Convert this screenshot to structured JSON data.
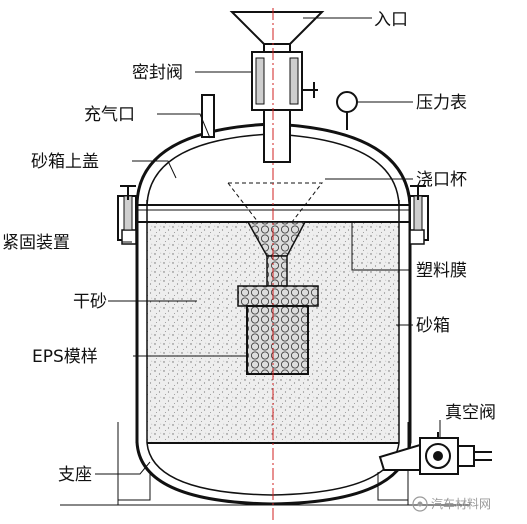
{
  "labels": {
    "inlet": "入口",
    "seal_valve": "密封阀",
    "pressure_gauge": "压力表",
    "gas_inlet": "充气口",
    "sandbox_lid": "砂箱上盖",
    "pouring_cup": "浇口杯",
    "clamping_device": "紧固装置",
    "plastic_film": "塑料膜",
    "dry_sand": "干砂",
    "sandbox": "砂箱",
    "eps_pattern": "EPS模样",
    "vacuum_valve": "真空阀",
    "support": "支座"
  },
  "watermark": "汽车材料网",
  "colors": {
    "line": "#111111",
    "sand_fill": "#ececec",
    "pattern_fill": "#d9d9d9",
    "centerline": "#d02020",
    "watermark": "#9a9a9a"
  }
}
